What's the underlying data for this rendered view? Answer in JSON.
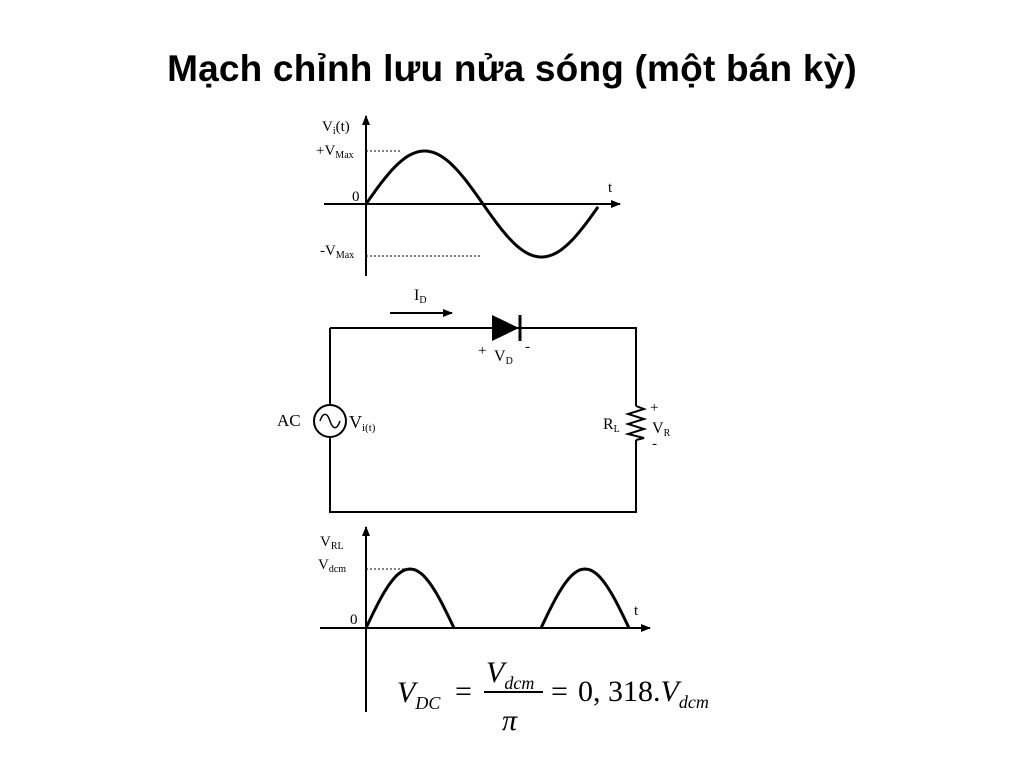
{
  "title": "Mạch chỉnh lưu nửa sóng (một bán kỳ)",
  "input_wave": {
    "ylabel_main": "V",
    "ylabel_sub": "i",
    "ylabel_suffix": "(t)",
    "vmax_main": "+V",
    "vmax_sub": "Max",
    "vmin_main": "-V",
    "vmin_sub": "Max",
    "zero": "0",
    "t": "t"
  },
  "circuit": {
    "current_main": "I",
    "current_sub": "D",
    "diode_plus": "+",
    "diode_main": "V",
    "diode_sub": "D",
    "diode_minus": "-",
    "source": "AC",
    "source_main": "V",
    "source_sub": "i(t)",
    "resistor_main": "R",
    "resistor_sub": "L",
    "vr_plus": "+",
    "vr_main": "V",
    "vr_sub": "R",
    "vr_minus": "-"
  },
  "output_wave": {
    "ylabel_main": "V",
    "ylabel_sub": "RL",
    "vdcm_main": "V",
    "vdcm_sub": "dcm",
    "zero": "0",
    "t": "t"
  },
  "formula": {
    "lhs_main": "V",
    "lhs_sub": "DC",
    "eq": "=",
    "num_main": "V",
    "num_sub": "dcm",
    "den": "π",
    "result": "0, 318.",
    "rhs_main": "V",
    "rhs_sub": "dcm"
  }
}
